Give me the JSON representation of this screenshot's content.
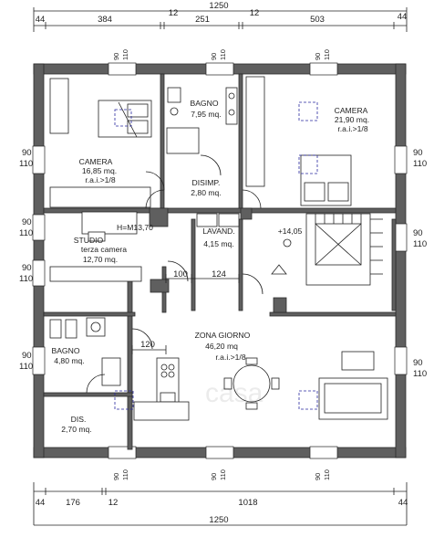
{
  "dimensions": {
    "top_total": "1250",
    "top_segments": [
      "44",
      "384",
      "12",
      "251",
      "12",
      "503",
      "44"
    ],
    "bottom_total": "1250",
    "bottom_segments": [
      "44",
      "176",
      "12",
      "1018",
      "44"
    ],
    "window_left": [
      "90",
      "110"
    ],
    "window_right": [
      "90",
      "110"
    ],
    "window_top": [
      "90",
      "110"
    ],
    "window_bottom": [
      "90",
      "110"
    ]
  },
  "rooms": {
    "camera_left": {
      "name": "CAMERA",
      "area": "16,85 mq.",
      "rai": "r.a.i.>1/8"
    },
    "bagno_top": {
      "name": "BAGNO",
      "area": "7,95 mq."
    },
    "camera_right": {
      "name": "CAMERA",
      "area": "21,90 mq.",
      "rai": "r.a.i.>1/8"
    },
    "disimp": {
      "name": "DISIMP.",
      "area": "2,80 mq."
    },
    "studio": {
      "name": "STUDIO",
      "sub": "terza camera",
      "area": "12,70 mq."
    },
    "lavand": {
      "name": "LAVAND.",
      "area": "4,15 mq."
    },
    "bagno_bottom": {
      "name": "BAGNO",
      "area": "4,80 mq."
    },
    "dis": {
      "name": "DIS.",
      "area": "2,70 mq."
    },
    "zona_giorno": {
      "name": "ZONA GIORNO",
      "area": "46,20 mq",
      "rai": "r.a.i.>1/8"
    }
  },
  "annotations": {
    "height": "H=M13,70",
    "level": "+14,05",
    "dim_100": "100",
    "dim_124": "124",
    "dim_120": "120",
    "watermark": "casa"
  }
}
